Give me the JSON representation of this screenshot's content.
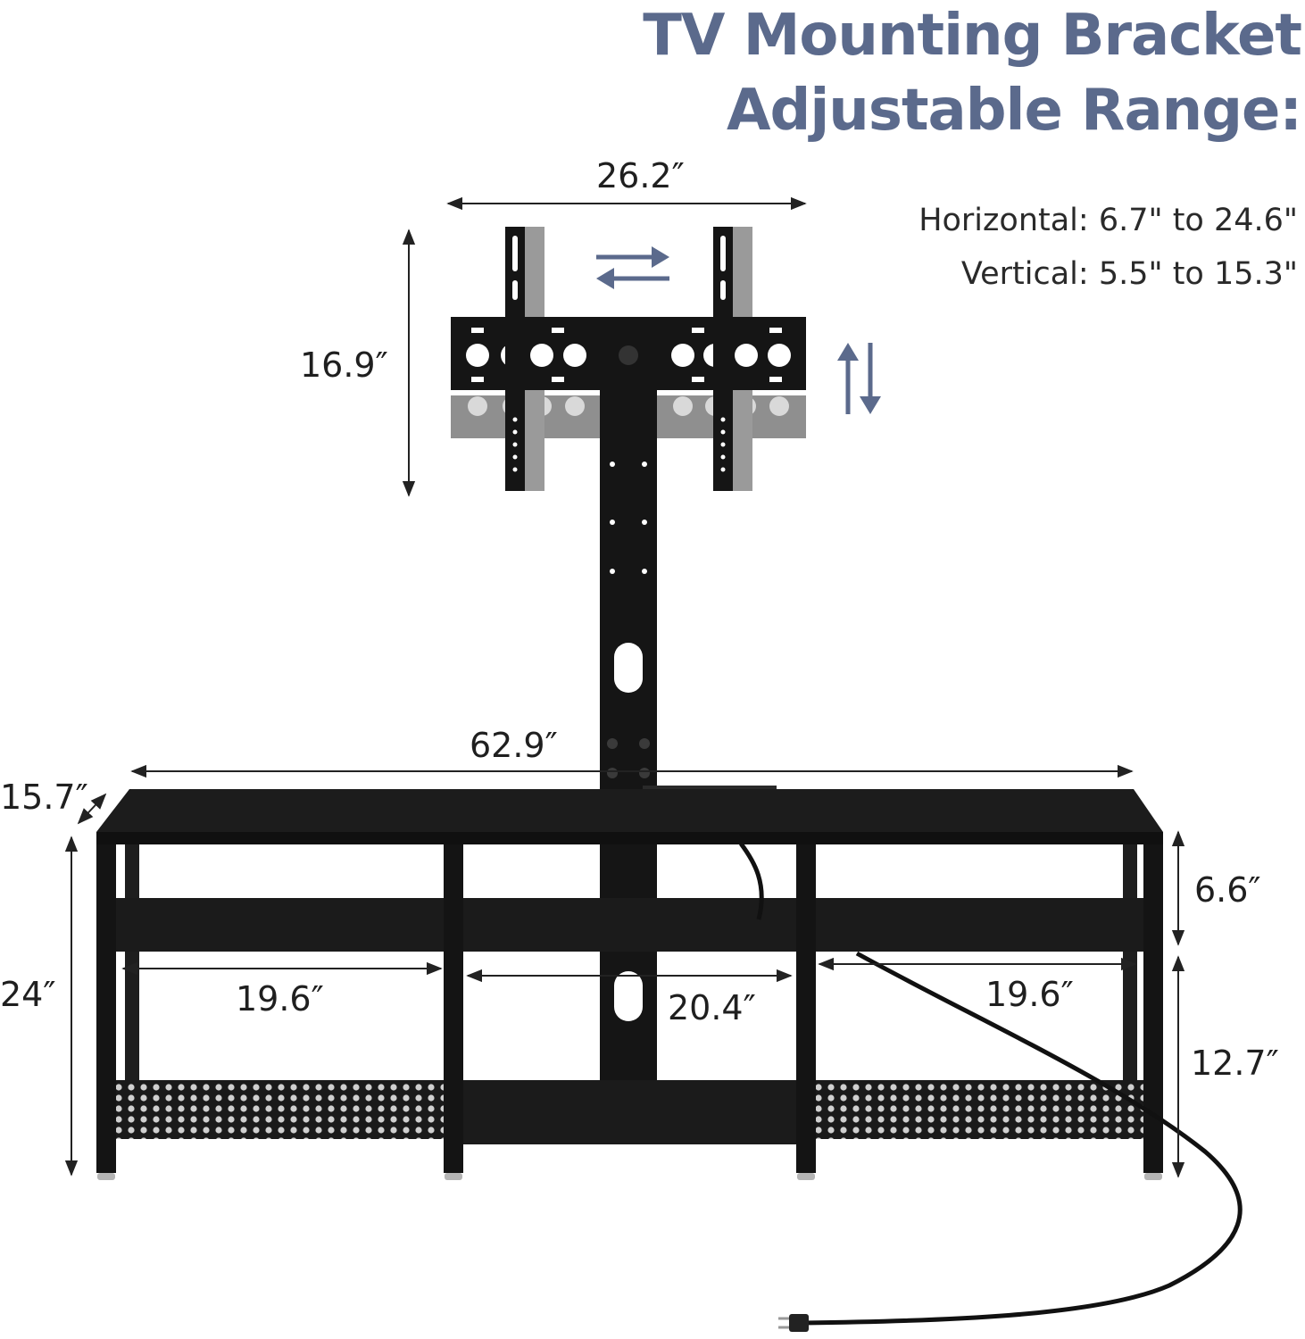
{
  "title": {
    "line1": "TV Mounting Bracket",
    "line2": "Adjustable Range:"
  },
  "ranges": {
    "horizontal": "Horizontal: 6.7\" to 24.6\"",
    "vertical": "Vertical: 5.5\" to 15.3\""
  },
  "dimensions": {
    "bracket_width": "26.2″",
    "bracket_height": "16.9″",
    "stand_width": "62.9″",
    "stand_depth": "15.7″",
    "stand_height": "24″",
    "left_shelf_width": "19.6″",
    "center_shelf_width": "20.4″",
    "right_shelf_width": "19.6″",
    "upper_shelf_height": "6.6″",
    "lower_shelf_height": "12.7″"
  },
  "colors": {
    "title": "#5b6a8c",
    "arrow": "#5b6a8c",
    "furniture": "#151515",
    "ghost": "#9a9a9a"
  }
}
